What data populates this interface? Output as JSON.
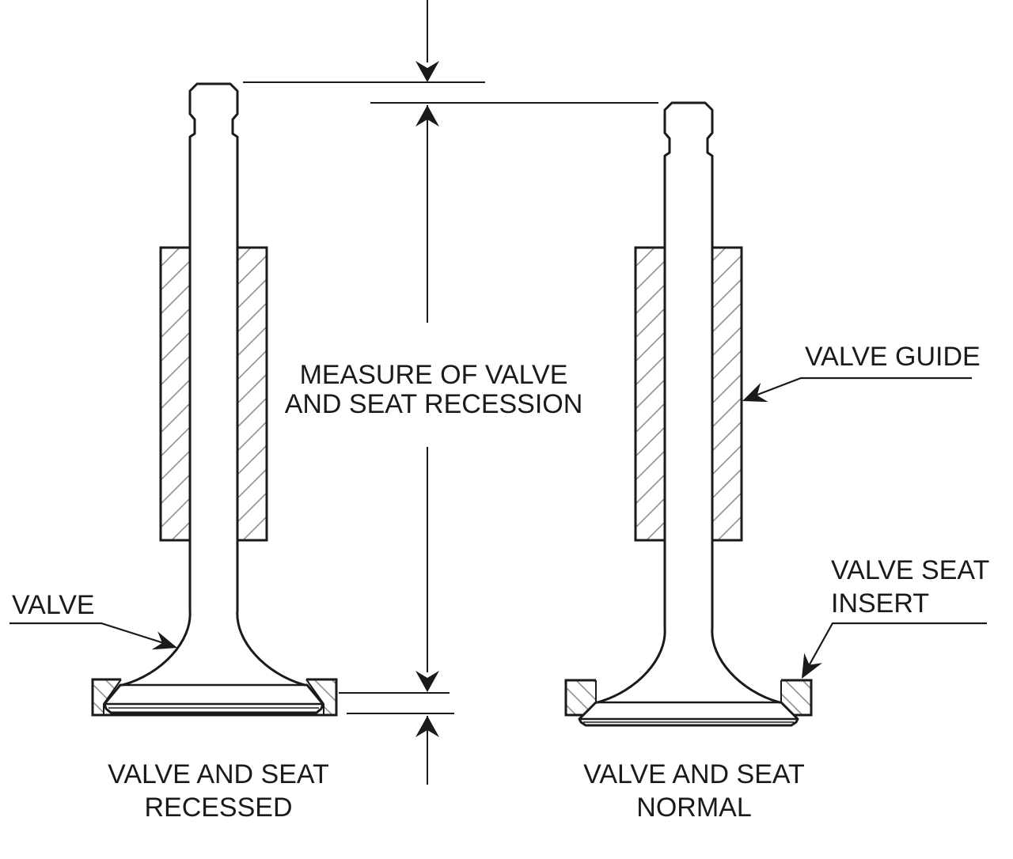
{
  "diagram": {
    "title_context": "valve and seat recession diagram",
    "measure_label": {
      "line1": "MEASURE OF VALVE",
      "line2": "AND SEAT RECESSION"
    },
    "labels": {
      "valve": "VALVE",
      "valve_guide": "VALVE GUIDE",
      "valve_seat_insert_line1": "VALVE SEAT",
      "valve_seat_insert_line2": "INSERT"
    },
    "captions": {
      "left_line1": "VALVE AND SEAT",
      "left_line2": "RECESSED",
      "right_line1": "VALVE AND SEAT",
      "right_line2": "NORMAL"
    },
    "colors": {
      "line": "#1a1a1a",
      "hatch": "#8f8f8f",
      "background": "#ffffff"
    }
  }
}
